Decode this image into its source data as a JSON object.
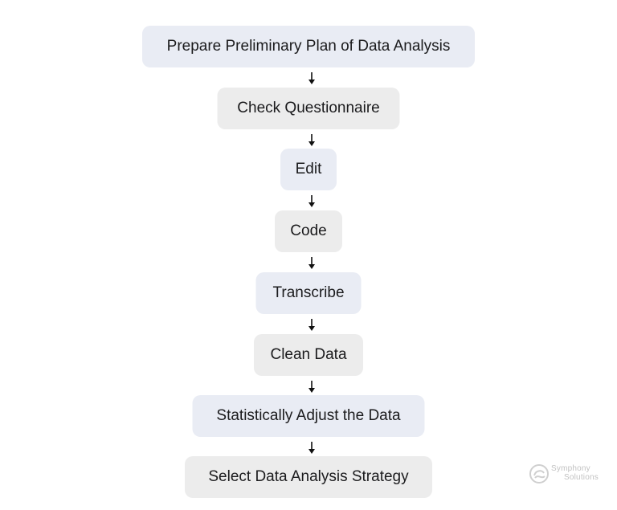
{
  "steps": [
    {
      "label": "Prepare Preliminary Plan of Data Analysis",
      "color": "#e9ecf4"
    },
    {
      "label": "Check Questionnaire",
      "color": "#ececec"
    },
    {
      "label": "Edit",
      "color": "#e9ecf4"
    },
    {
      "label": "Code",
      "color": "#ececec"
    },
    {
      "label": "Transcribe",
      "color": "#e9ecf4"
    },
    {
      "label": "Clean Data",
      "color": "#ececec"
    },
    {
      "label": "Statistically Adjust the Data",
      "color": "#e9ecf4"
    },
    {
      "label": "Select Data Analysis Strategy",
      "color": "#ececec"
    }
  ],
  "logo": {
    "line1": "Symphony",
    "line2": "Solutions",
    "icon": "symphony-swirl-icon"
  }
}
